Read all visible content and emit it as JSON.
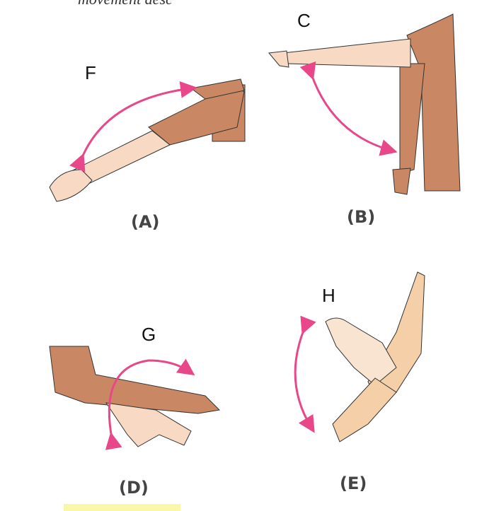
{
  "top_text": "movement desc",
  "panels": [
    {
      "caption": "(A)",
      "label": "F"
    },
    {
      "caption": "(B)",
      "label": "C"
    },
    {
      "caption": "(D)",
      "label": "G"
    },
    {
      "caption": "(E)",
      "label": "H"
    }
  ],
  "colors": {
    "arrow": "#e8478a",
    "skin_light": "#f7d9c4",
    "skin_dark": "#c98863"
  }
}
